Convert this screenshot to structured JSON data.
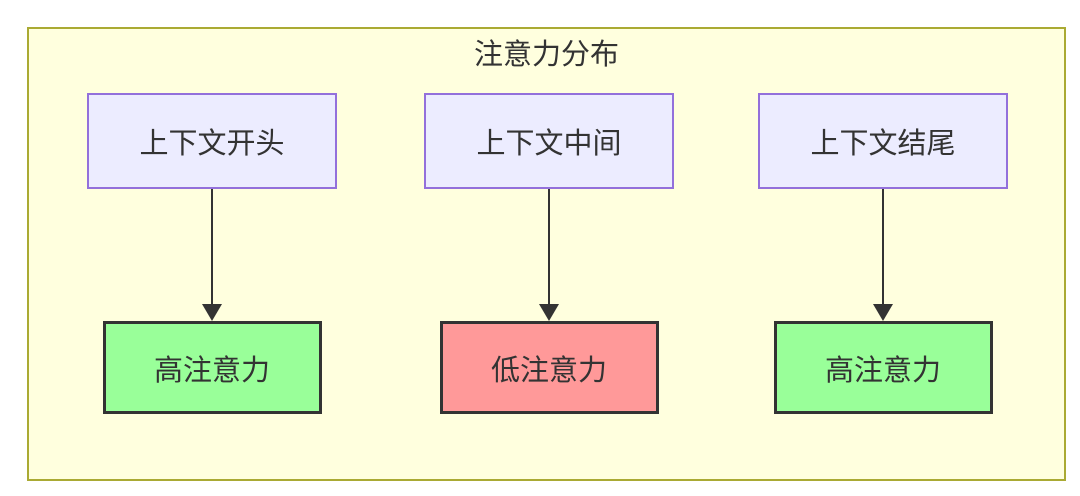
{
  "diagram": {
    "title": "注意力分布",
    "columns": [
      {
        "source": "上下文开头",
        "result": "高注意力",
        "tone": "high"
      },
      {
        "source": "上下文中间",
        "result": "低注意力",
        "tone": "low"
      },
      {
        "source": "上下文结尾",
        "result": "高注意力",
        "tone": "high"
      }
    ],
    "colors": {
      "cluster_fill": "#ffffde",
      "cluster_border": "#aaaa33",
      "source_fill": "#ececff",
      "source_border": "#9370db",
      "high_attention_fill": "#99ff99",
      "low_attention_fill": "#ff9999",
      "result_border": "#333333",
      "text": "#333333",
      "arrow": "#333333"
    }
  }
}
